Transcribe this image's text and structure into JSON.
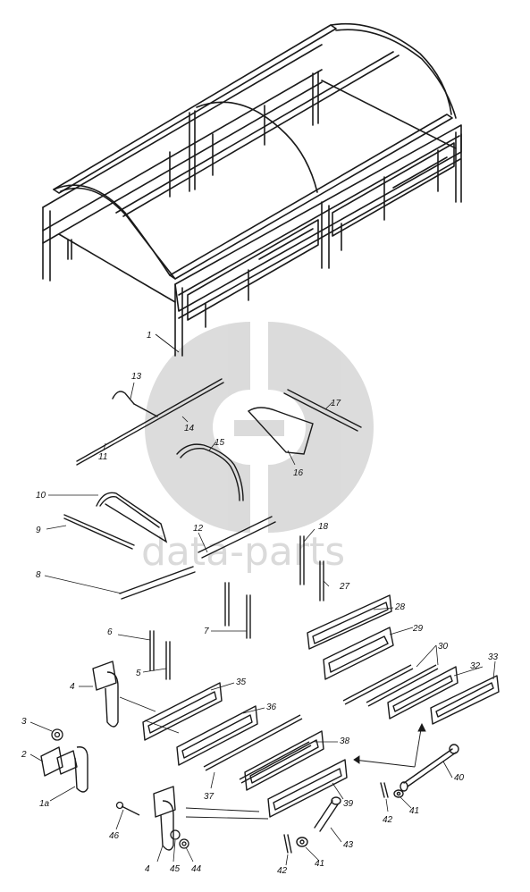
{
  "watermark": {
    "text": "data-parts",
    "color": "#bdbdbd"
  },
  "labels": {
    "l1": "1",
    "l13": "13",
    "l14": "14",
    "l11": "11",
    "l15": "15",
    "l16": "16",
    "l17": "17",
    "l10": "10",
    "l9": "9",
    "l12": "12",
    "l8": "8",
    "l18": "18",
    "l27": "27",
    "l7": "7",
    "l6": "6",
    "l5": "5",
    "l28": "28",
    "l29": "29",
    "l30": "30",
    "l32": "32",
    "l33": "33",
    "l35": "35",
    "l36": "36",
    "l4a": "4",
    "l3": "3",
    "l2": "2",
    "l1a": "1a",
    "l37": "37",
    "l38": "38",
    "l39": "39",
    "l40": "40",
    "l41a": "41",
    "l42a": "42",
    "l46": "46",
    "l4b": "4",
    "l45": "45",
    "l44": "44",
    "l43": "43",
    "l41b": "41",
    "l42b": "42"
  },
  "line_color": "#1a1a1a"
}
